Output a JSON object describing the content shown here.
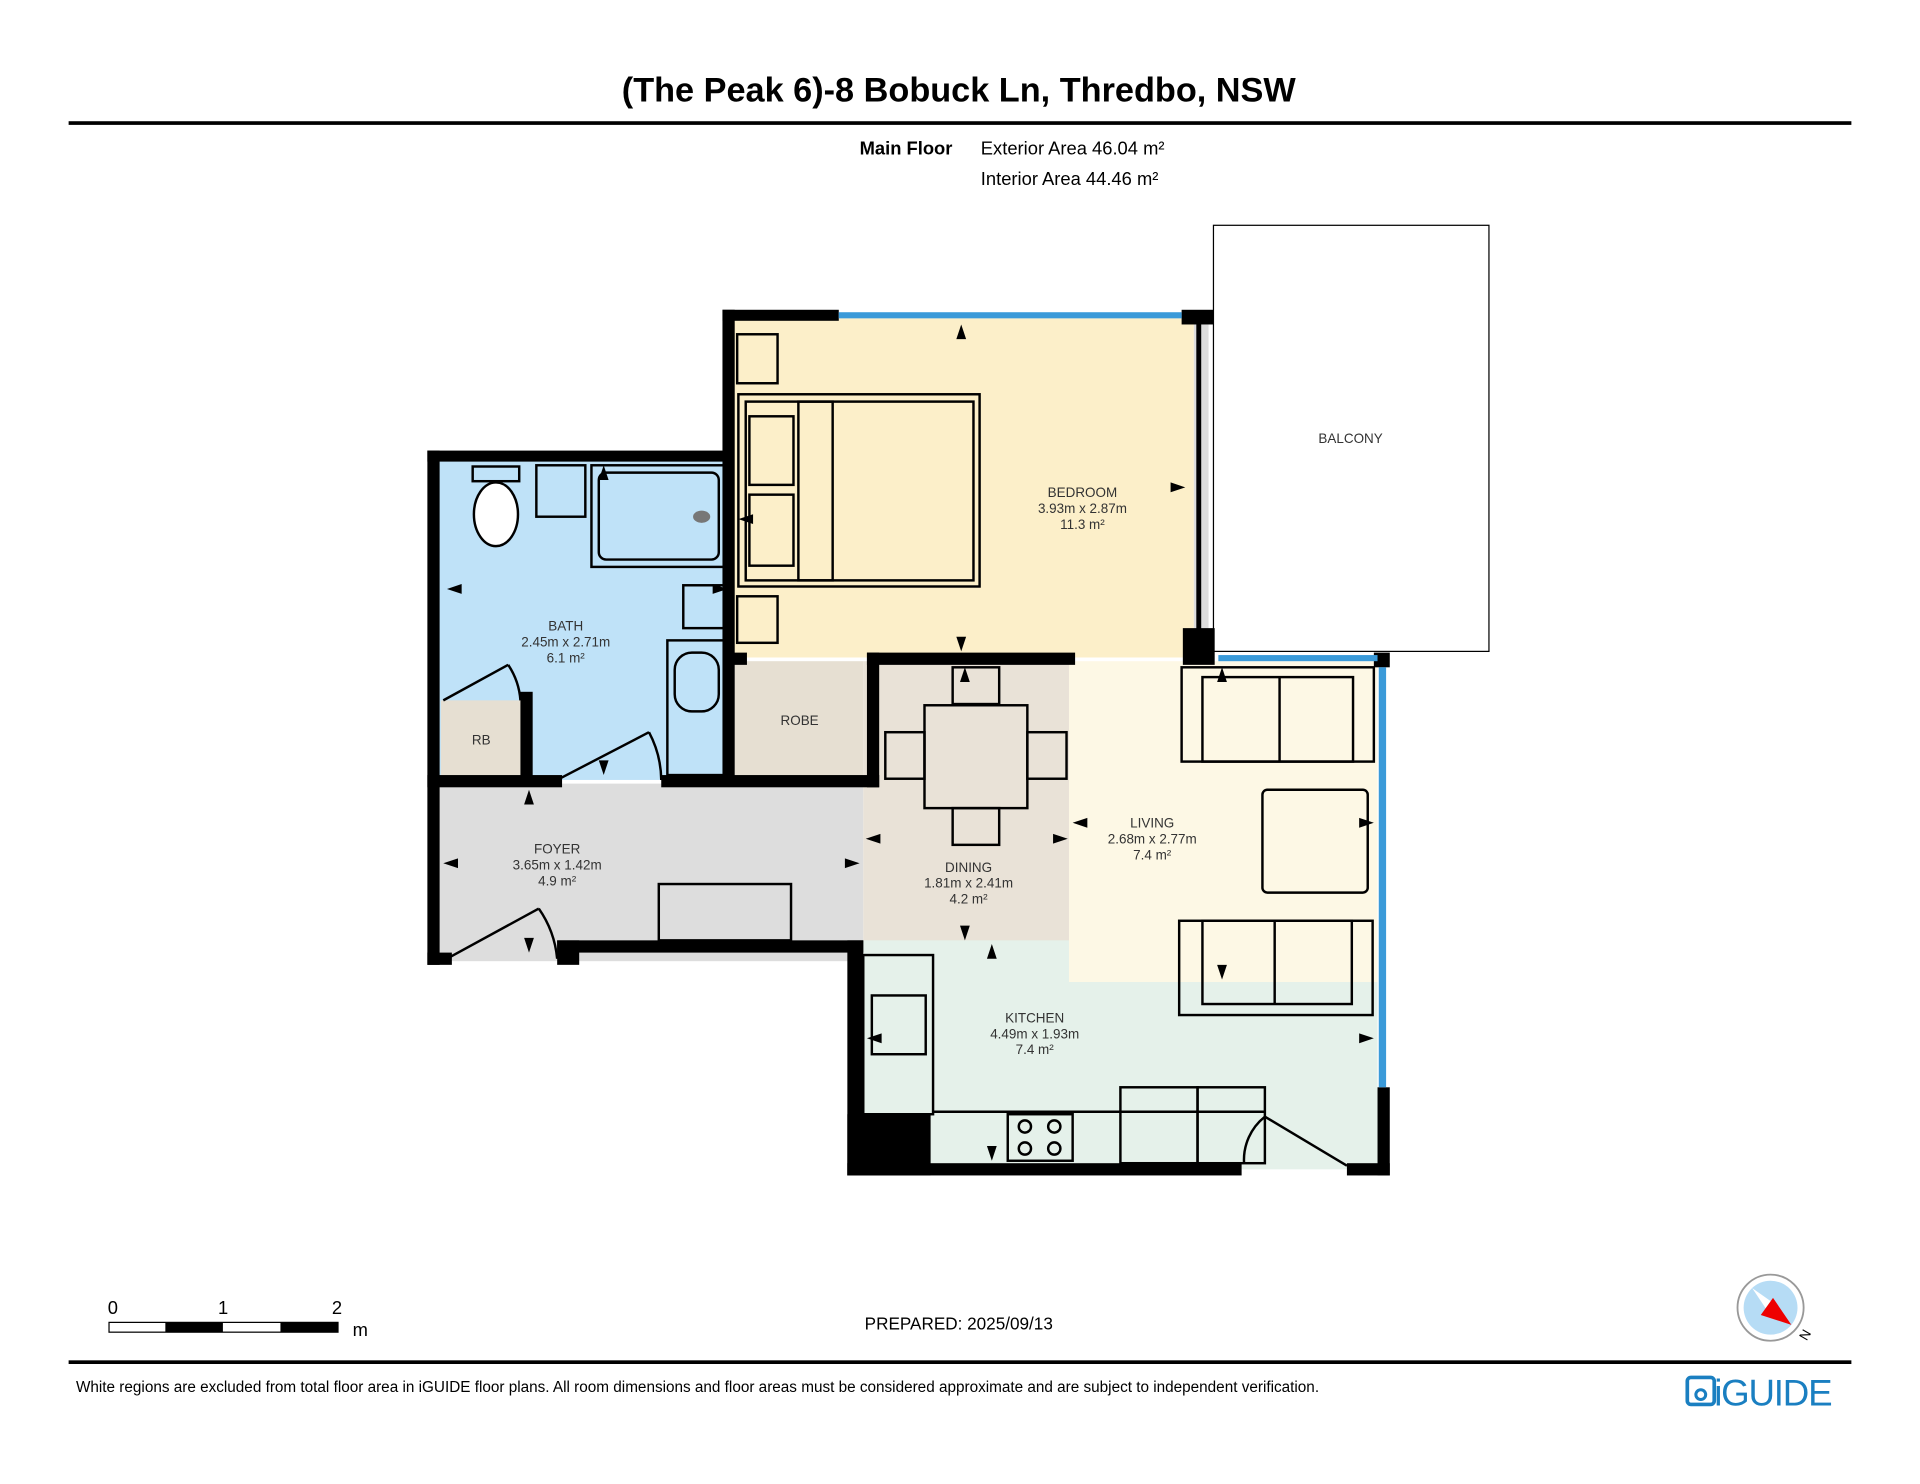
{
  "header": {
    "title": "(The Peak 6)-8 Bobuck Ln, Thredbo, NSW"
  },
  "floor_summary": {
    "floor_name": "Main Floor",
    "exterior_area": "Exterior Area 46.04 m²",
    "interior_area": "Interior Area 44.46 m²"
  },
  "rooms": [
    {
      "name": "BEDROOM",
      "dims": "3.93m x 2.87m",
      "area": "11.3 m²"
    },
    {
      "name": "BATH",
      "dims": "2.45m x 2.71m",
      "area": "6.1 m²"
    },
    {
      "name": "FOYER",
      "dims": "3.65m x 1.42m",
      "area": "4.9 m²"
    },
    {
      "name": "DINING",
      "dims": "1.81m x 2.41m",
      "area": "4.2 m²"
    },
    {
      "name": "LIVING",
      "dims": "2.68m x 2.77m",
      "area": "7.4 m²"
    },
    {
      "name": "KITCHEN",
      "dims": "4.49m x 1.93m",
      "area": "7.4 m²"
    }
  ],
  "unlabeled_rooms": {
    "balcony": "BALCONY",
    "robe": "ROBE",
    "rb": "RB"
  },
  "scale_bar": {
    "ticks": [
      "0",
      "1",
      "2"
    ],
    "unit": "m"
  },
  "prepared": "PREPARED: 2025/09/13",
  "compass": {
    "label": "N"
  },
  "footer": {
    "disclaimer": "White regions are excluded from total floor area in iGUIDE floor plans. All room dimensions and floor areas must be considered approximate and are subject to independent verification.",
    "brand": "iGUIDE"
  },
  "colors": {
    "bedroom": "#fcefc9",
    "bath": "#bfe2f8",
    "foyer": "#dddddd",
    "dining": "#e9e2d7",
    "living": "#fdf8e5",
    "kitchen": "#e5f1ea",
    "window": "#3a9ad9",
    "brand": "#1a7fc1"
  }
}
